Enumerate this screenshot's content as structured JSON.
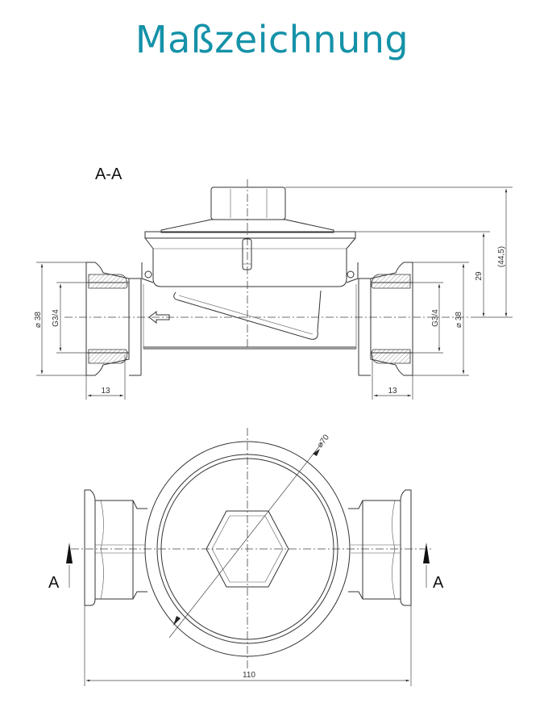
{
  "title": "Maßzeichnung",
  "section_view": {
    "label": "A-A",
    "dims": {
      "left_outer_diameter": "⌀ 38",
      "left_thread": "G3/4",
      "right_thread": "G3/4",
      "right_outer_diameter": "⌀ 38",
      "height_flange": "29",
      "height_total": "(44,5)",
      "left_thread_length": "13",
      "right_thread_length": "13"
    }
  },
  "top_view": {
    "section_mark_left": "A",
    "section_mark_right": "A",
    "dims": {
      "diameter": "⌀70",
      "overall_length": "110"
    }
  }
}
